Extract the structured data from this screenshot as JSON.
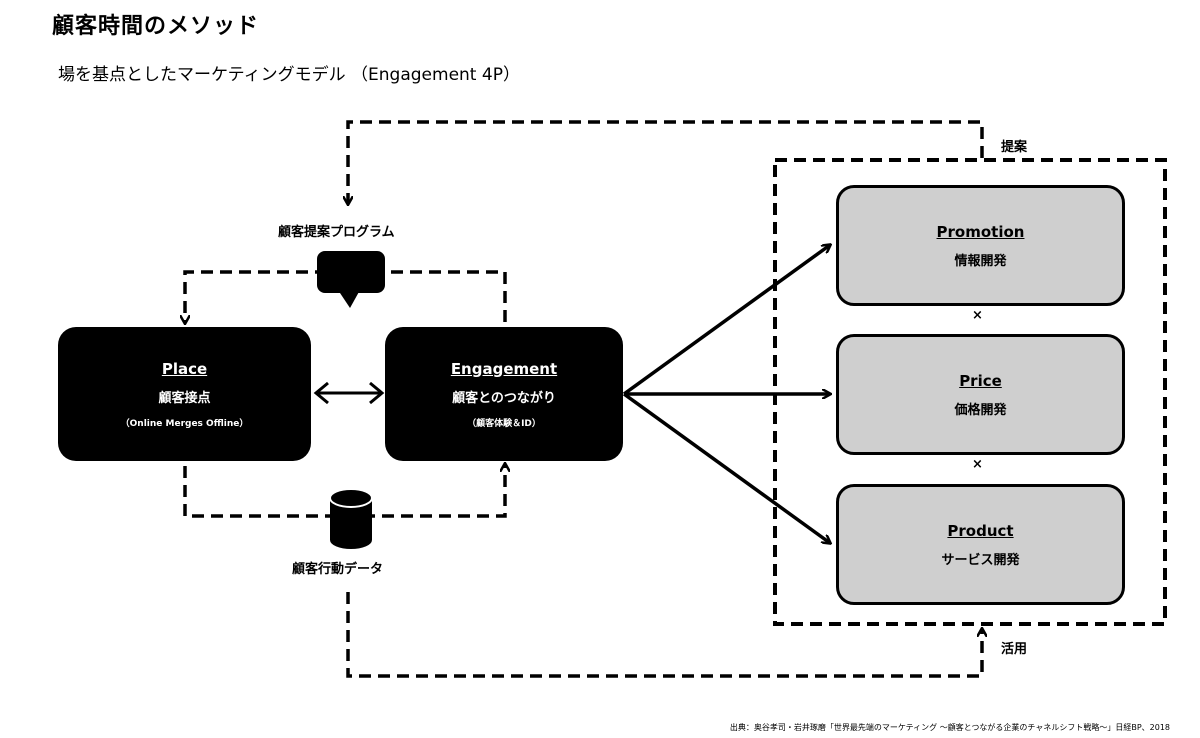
{
  "header": {
    "title": "顧客時間のメソッド",
    "subtitle": "場を基点としたマーケティングモデル （Engagement 4P）"
  },
  "place": {
    "title": "Place",
    "subtitle": "顧客接点",
    "note": "（Online Merges Offline）"
  },
  "engagement": {
    "title": "Engagement",
    "subtitle": "顧客とのつながり",
    "note": "（顧客体験＆ID）"
  },
  "promotion": {
    "title": "Promotion",
    "subtitle": "情報開発"
  },
  "price": {
    "title": "Price",
    "subtitle": "価格開発"
  },
  "product": {
    "title": "Product",
    "subtitle": "サービス開発"
  },
  "labels": {
    "program": "顧客提案プログラム",
    "data": "顧客行動データ",
    "proposal": "提案",
    "utilize": "活用",
    "times": "×"
  },
  "source": "出典：奥谷孝司・岩井琢磨「世界最先端のマーケティング ～顧客とつながる企業のチャネルシフト戦略～」日経BP、2018",
  "icons": [
    "speech-bubble-icon",
    "database-icon",
    "arrow-icon"
  ],
  "colors": {
    "dark_box": "#000000",
    "light_box": "#cfcfcf",
    "background": "#ffffff"
  }
}
